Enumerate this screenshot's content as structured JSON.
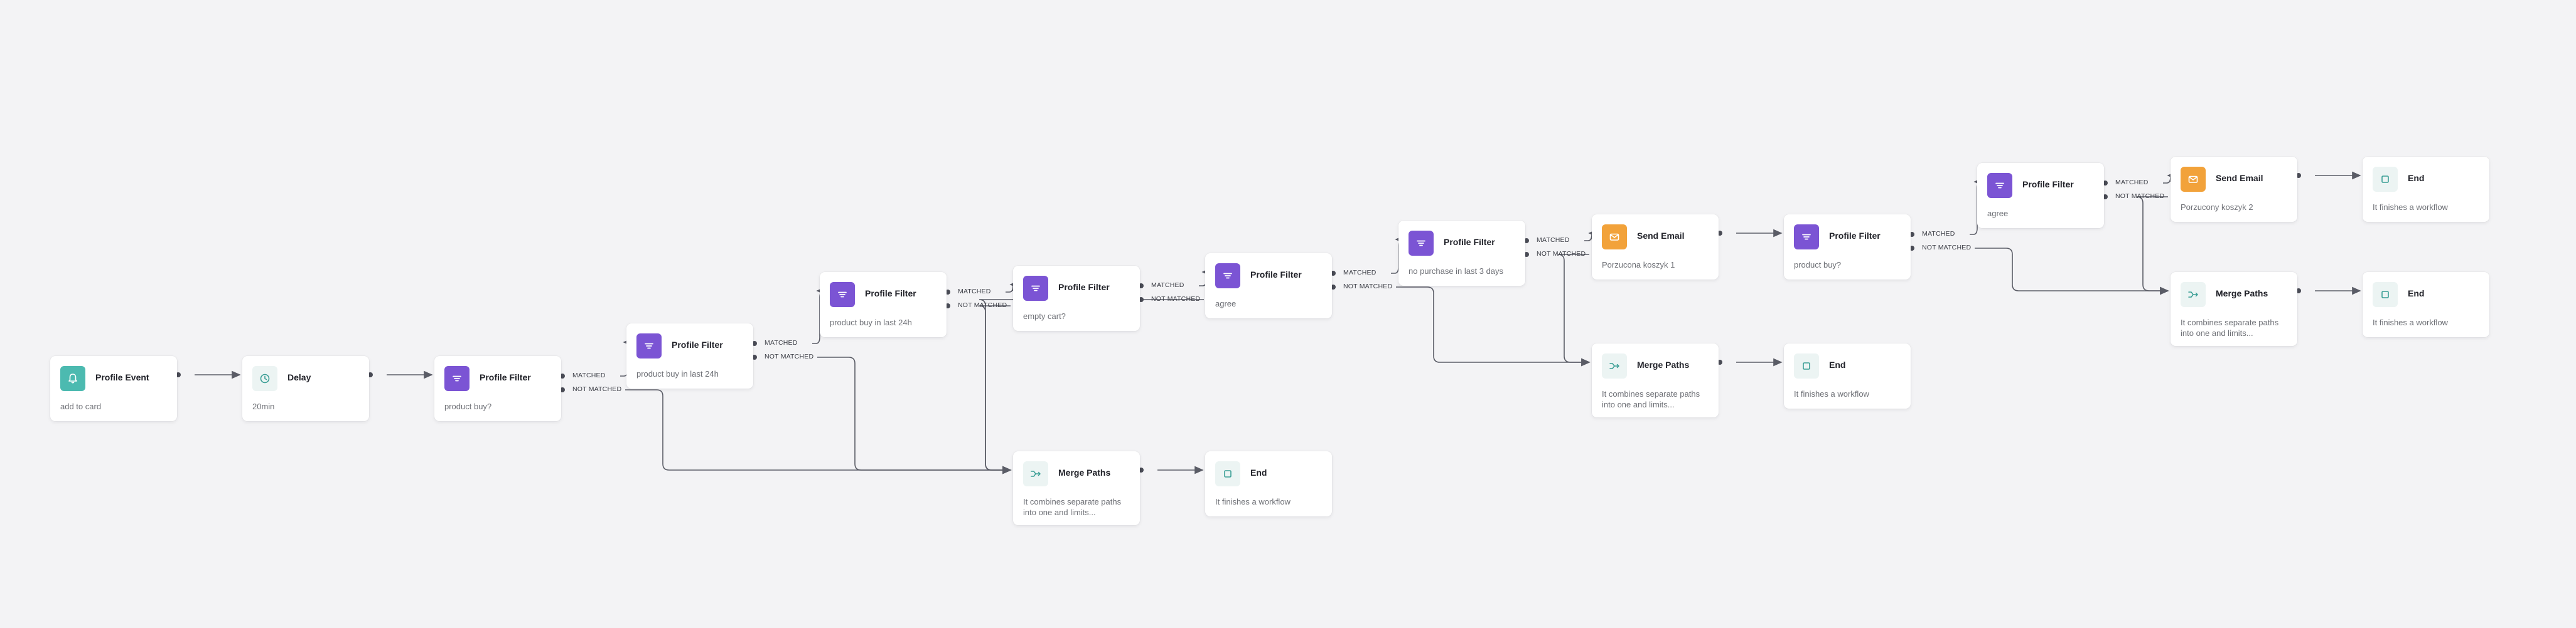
{
  "labels": {
    "matched": "MATCHED",
    "not_matched": "NOT MATCHED"
  },
  "colors": {
    "teal": "#4cbab0",
    "purple": "#7b54d4",
    "orange": "#f2a23a",
    "edge": "#5a5c66"
  },
  "nodes": [
    {
      "id": "n1",
      "kind": "event",
      "title": "Profile Event",
      "subtitle": "add to card"
    },
    {
      "id": "n2",
      "kind": "delay",
      "title": "Delay",
      "subtitle": "20min"
    },
    {
      "id": "n3",
      "kind": "filter",
      "title": "Profile Filter",
      "subtitle": "product buy?"
    },
    {
      "id": "n4",
      "kind": "filter",
      "title": "Profile Filter",
      "subtitle": "product buy in last 24h"
    },
    {
      "id": "n5",
      "kind": "filter",
      "title": "Profile Filter",
      "subtitle": "product buy in last 24h"
    },
    {
      "id": "n6",
      "kind": "filter",
      "title": "Profile Filter",
      "subtitle": "empty cart?"
    },
    {
      "id": "n7",
      "kind": "merge",
      "title": "Merge Paths",
      "subtitle": "It combines separate paths into one and limits..."
    },
    {
      "id": "n8",
      "kind": "end",
      "title": "End",
      "subtitle": "It finishes a workflow"
    },
    {
      "id": "n9",
      "kind": "filter",
      "title": "Profile Filter",
      "subtitle": "agree"
    },
    {
      "id": "n10",
      "kind": "filter",
      "title": "Profile Filter",
      "subtitle": "no purchase in last 3 days"
    },
    {
      "id": "n11",
      "kind": "email",
      "title": "Send Email",
      "subtitle": "Porzucona koszyk 1"
    },
    {
      "id": "n12",
      "kind": "merge",
      "title": "Merge Paths",
      "subtitle": "It combines separate paths into one and limits..."
    },
    {
      "id": "n13",
      "kind": "filter",
      "title": "Profile Filter",
      "subtitle": "product buy?"
    },
    {
      "id": "n14",
      "kind": "end",
      "title": "End",
      "subtitle": "It finishes a workflow"
    },
    {
      "id": "n15",
      "kind": "filter",
      "title": "Profile Filter",
      "subtitle": "agree"
    },
    {
      "id": "n16",
      "kind": "email",
      "title": "Send Email",
      "subtitle": "Porzucony koszyk 2"
    },
    {
      "id": "n17",
      "kind": "merge",
      "title": "Merge Paths",
      "subtitle": "It combines separate paths into one and limits..."
    },
    {
      "id": "n18",
      "kind": "end",
      "title": "End",
      "subtitle": "It finishes a workflow"
    },
    {
      "id": "n19",
      "kind": "end",
      "title": "End",
      "subtitle": "It finishes a workflow"
    }
  ],
  "edges": [
    {
      "from": "n1",
      "port": "out",
      "to": "n2"
    },
    {
      "from": "n2",
      "port": "out",
      "to": "n3"
    },
    {
      "from": "n3",
      "port": "matched",
      "to": "n4"
    },
    {
      "from": "n3",
      "port": "not",
      "to": "n7"
    },
    {
      "from": "n4",
      "port": "matched",
      "to": "n5"
    },
    {
      "from": "n4",
      "port": "not",
      "to": "n7"
    },
    {
      "from": "n5",
      "port": "matched",
      "to": "n6"
    },
    {
      "from": "n5",
      "port": "not",
      "to": "n7"
    },
    {
      "from": "n6",
      "port": "matched",
      "to": "n9"
    },
    {
      "from": "n6",
      "port": "not",
      "to": "n7"
    },
    {
      "from": "n7",
      "port": "out",
      "to": "n8"
    },
    {
      "from": "n9",
      "port": "matched",
      "to": "n10"
    },
    {
      "from": "n9",
      "port": "not",
      "to": "n12"
    },
    {
      "from": "n10",
      "port": "matched",
      "to": "n11"
    },
    {
      "from": "n10",
      "port": "not",
      "to": "n12"
    },
    {
      "from": "n11",
      "port": "out",
      "to": "n13"
    },
    {
      "from": "n12",
      "port": "out",
      "to": "n14"
    },
    {
      "from": "n13",
      "port": "matched",
      "to": "n15"
    },
    {
      "from": "n13",
      "port": "not",
      "to": "n17"
    },
    {
      "from": "n15",
      "port": "matched",
      "to": "n16"
    },
    {
      "from": "n15",
      "port": "not",
      "to": "n17"
    },
    {
      "from": "n16",
      "port": "out",
      "to": "n18"
    },
    {
      "from": "n17",
      "port": "out",
      "to": "n19"
    }
  ]
}
